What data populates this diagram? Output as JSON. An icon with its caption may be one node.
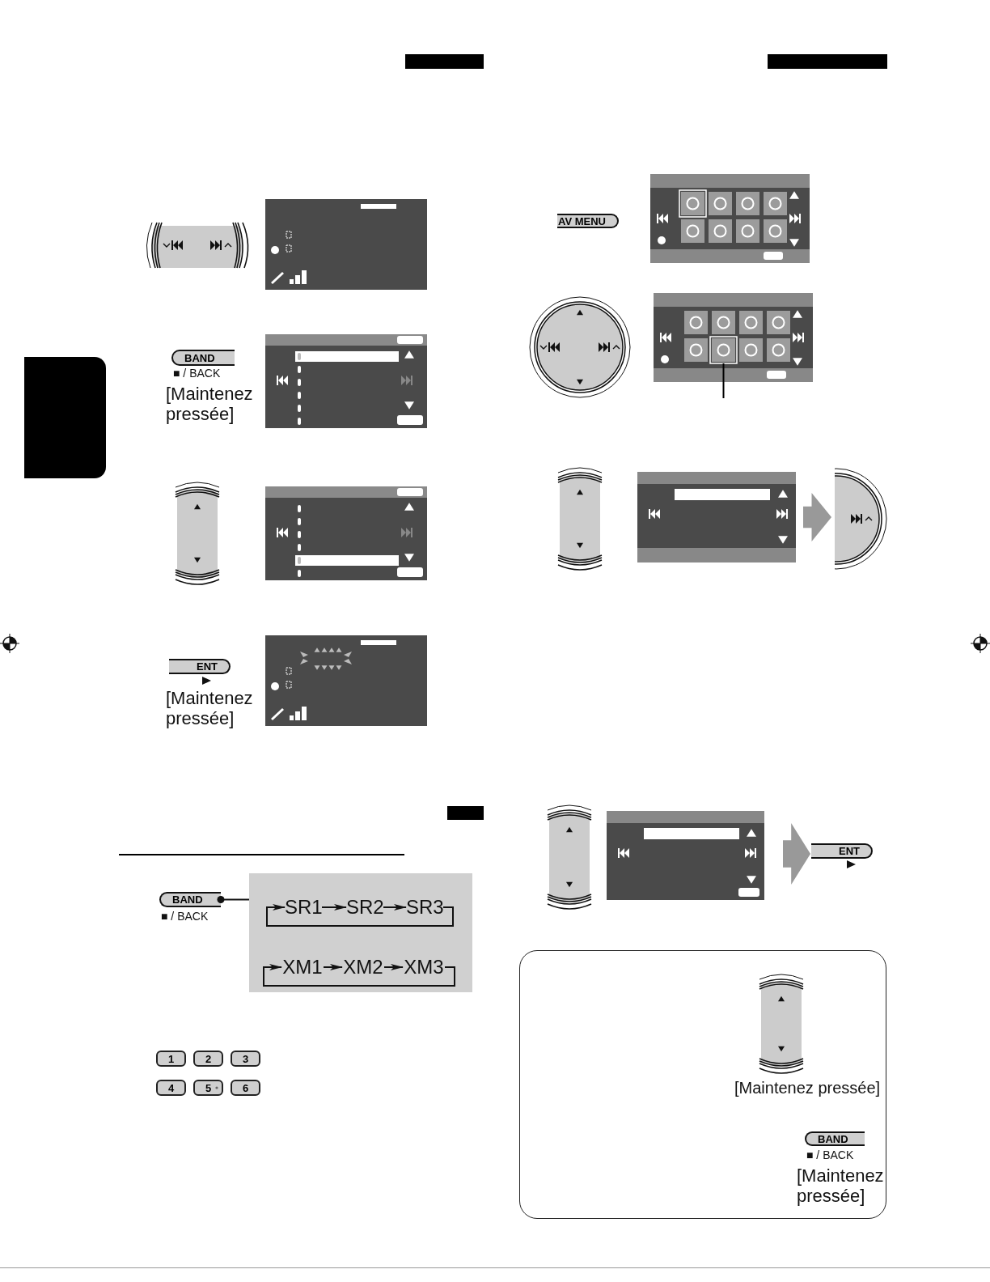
{
  "diagram": {
    "nodes": [
      {
        "text": [],
        "shape": "bar"
      },
      {
        "text": [],
        "shape": "bar"
      },
      {
        "text": [
          "BAND"
        ],
        "beside": [
          "■ / BACK",
          "[Maintenez pressée]"
        ]
      },
      {
        "text": [
          "ENT"
        ],
        "beside": [
          "[Maintenez pressée]"
        ]
      },
      {
        "text": [],
        "shape": "bar"
      },
      {
        "text": [
          "BAND"
        ],
        "beside": [
          "■ / BACK"
        ]
      },
      {
        "text": [],
        "shape": "box"
      },
      {
        "text": [
          "SR1"
        ],
        "in": 6
      },
      {
        "text": [
          "SR2"
        ],
        "in": 6
      },
      {
        "text": [
          "SR3"
        ],
        "in": 6
      },
      {
        "text": [
          "XM1"
        ],
        "in": 6
      },
      {
        "text": [
          "XM2"
        ],
        "in": 6
      },
      {
        "text": [
          "XM3"
        ],
        "in": 6
      },
      {
        "text": [
          "1"
        ]
      },
      {
        "text": [
          "2"
        ]
      },
      {
        "text": [
          "3"
        ]
      },
      {
        "text": [
          "4"
        ]
      },
      {
        "text": [
          "5"
        ]
      },
      {
        "text": [
          "6"
        ]
      },
      {
        "text": [],
        "shape": "bar"
      },
      {
        "text": [
          "AV MENU"
        ]
      },
      {
        "text": [
          "ENT"
        ]
      },
      {
        "text": [
          "BAND"
        ],
        "beside": [
          "■ / BACK",
          "[Maintenez pressée]"
        ]
      }
    ],
    "edges": [
      {
        "from": 5,
        "to": 6,
        "arrow": "other"
      },
      {
        "from": 7,
        "to": 8,
        "arrow": "to"
      },
      {
        "from": 8,
        "to": 9,
        "arrow": "to"
      },
      {
        "from": 9,
        "to": 7,
        "arrow": "to"
      },
      {
        "from": 10,
        "to": 11,
        "arrow": "to"
      },
      {
        "from": 11,
        "to": 12,
        "arrow": "to"
      },
      {
        "from": 12,
        "to": 10,
        "arrow": "to"
      }
    ],
    "labels": [
      "[Maintenez pressée]"
    ]
  }
}
